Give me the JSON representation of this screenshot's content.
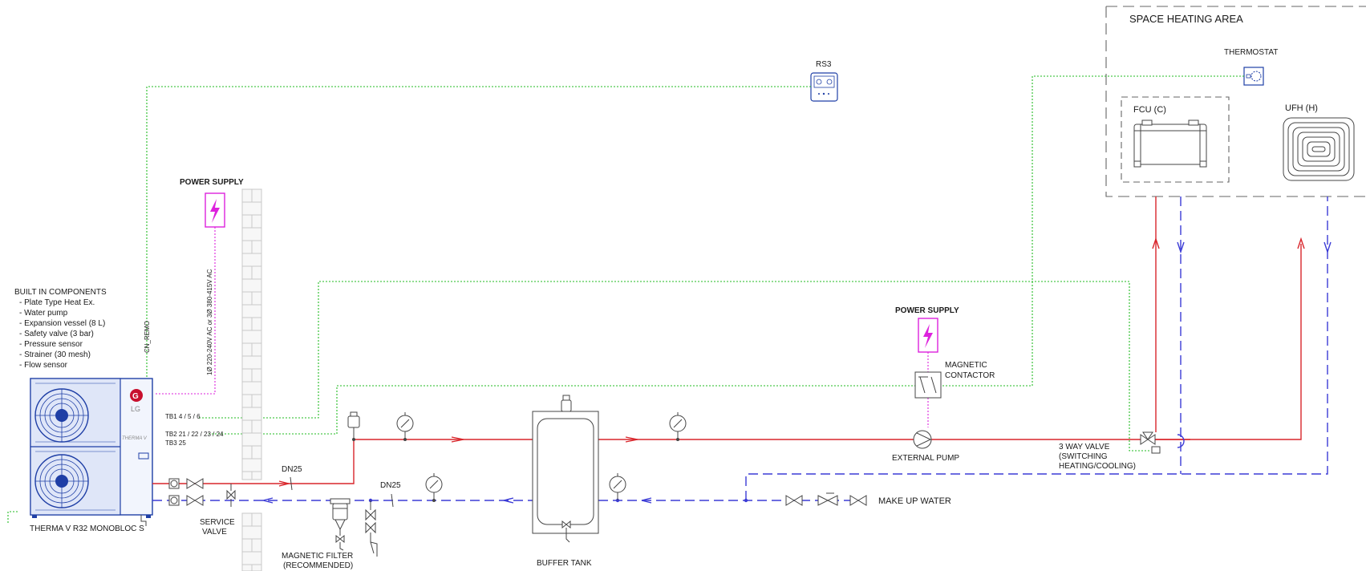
{
  "labels": {
    "space_heating_area": "SPACE HEATING AREA",
    "thermostat": "THERMOSTAT",
    "fcu": "FCU (C)",
    "ufh": "UFH (H)",
    "rs3": "RS3",
    "power_supply_1": "POWER SUPPLY",
    "power_supply_2": "POWER SUPPLY",
    "power_rating": "1Ø 220-240V AC or 3Ø 380-415V AC",
    "cn_remo": "CN_REMO",
    "built_in_title": "BUILT IN COMPONENTS",
    "built_in_items": [
      "- Plate Type Heat Ex.",
      "- Water pump",
      "- Expansion vessel (8 L)",
      "- Safety valve (3 bar)",
      "- Pressure sensor",
      "- Strainer (30 mesh)",
      "- Flow sensor"
    ],
    "tb1": "TB1 4 / 5 / 6",
    "tb2": "TB2 21 / 22 / 23 / 24",
    "tb3": "TB3 25",
    "lg_logo": "LG",
    "therma_v_small": "THERMA V",
    "unit_name": "THERMA V R32 MONOBLOC S",
    "dn25_1": "DN25",
    "dn25_2": "DN25",
    "service_valve_1": "SERVICE",
    "service_valve_2": "VALVE",
    "magnetic_filter_1": "MAGNETIC FILTER",
    "magnetic_filter_2": "(RECOMMENDED)",
    "buffer_tank": "BUFFER TANK",
    "magnetic_contactor_1": "MAGNETIC",
    "magnetic_contactor_2": "CONTACTOR",
    "external_pump": "EXTERNAL PUMP",
    "three_way_valve_1": "3 WAY VALVE",
    "three_way_valve_2": "(SWITCHING",
    "three_way_valve_3": "HEATING/COOLING)",
    "make_up_water": "MAKE UP WATER"
  },
  "colors": {
    "flow_hot": "#d9262c",
    "return_cold": "#3b3bd6",
    "control_wiring": "#22bb22",
    "power_wiring": "#dd22dd",
    "unit_blue": "#1f3fa6",
    "lg_red": "#c8102e"
  },
  "icons": [
    "lightning-icon",
    "fan-icon",
    "pump-icon",
    "gauge-icon",
    "valve-icon",
    "check-valve-icon",
    "remote-controller-icon",
    "thermostat-icon",
    "underfloor-heating-icon",
    "fan-coil-icon"
  ]
}
